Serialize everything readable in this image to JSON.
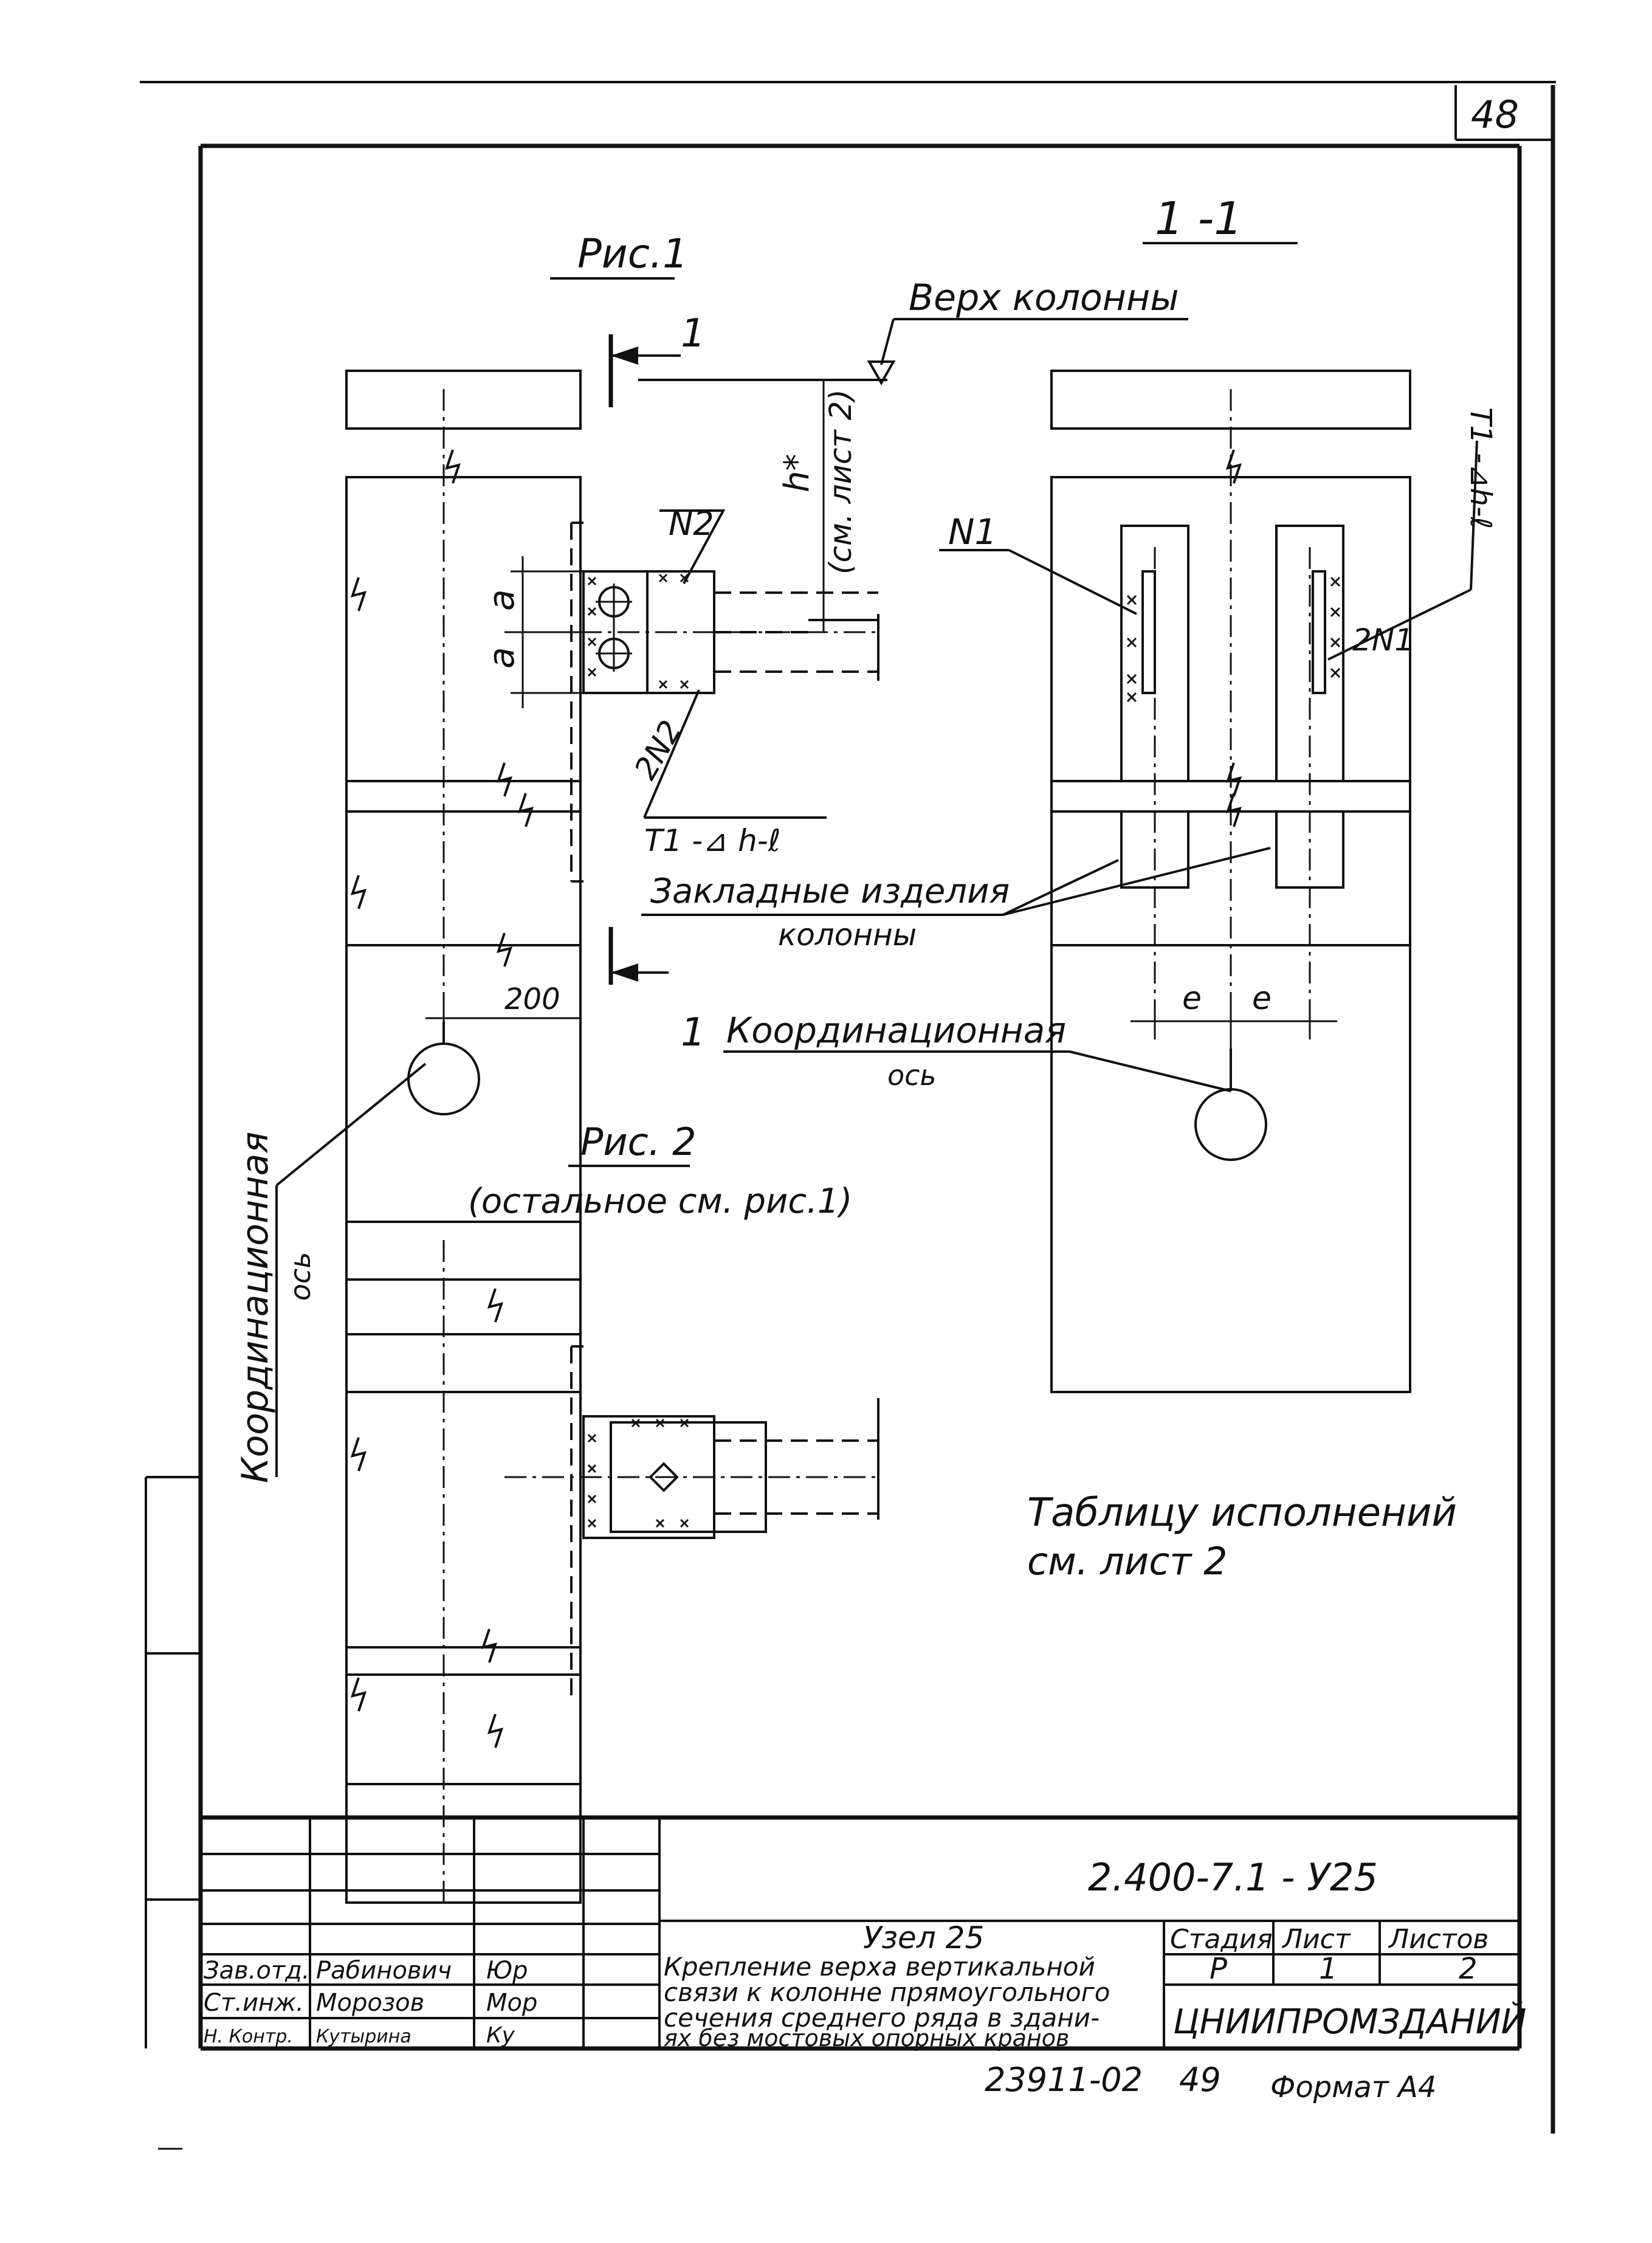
{
  "sheet": {
    "page_number": "48",
    "bottom_code": "23911-02",
    "bottom_page": "49",
    "format": "Формат А4"
  },
  "figure1": {
    "title": "Рис.1",
    "section_mark": "1",
    "column_top": "Верх колонны",
    "h_label": "h*",
    "see_sheet": "(см. лист 2)",
    "mark_n2": "N2",
    "mark_2n2": "2N2",
    "weld": "Т1 -⊿ h-ℓ",
    "dim_a1": "a",
    "dim_a2": "a",
    "dim_200": "200",
    "embedded": "Закладные изделия",
    "embedded2": "колонны"
  },
  "section": {
    "title": "1 -1",
    "mark_n1": "N1",
    "mark_2n1": "2N1",
    "weld": "Т1 -⊿h-ℓ",
    "dim_e1": "e",
    "dim_e2": "e"
  },
  "axis": {
    "label": "Координационная",
    "label2": "ось",
    "vertical_label": "Координационная",
    "vertical_label2": "ось"
  },
  "figure2": {
    "title": "Рис. 2",
    "subtitle": "(остальное см. рис.1)"
  },
  "note": {
    "line1": "Таблицу исполнений",
    "line2": "см. лист 2"
  },
  "title_block": {
    "doc_code": "2.400-7.1 - У25",
    "node_title": "Узел 25",
    "desc": [
      "Крепление верха вертикальной",
      "связи к колонне прямоугольного",
      "сечения среднего ряда в здани-",
      "ях без мостовых опорных кранов"
    ],
    "stage_header": "Стадия",
    "sheet_header": "Лист",
    "sheets_header": "Листов",
    "stage": "Р",
    "sheet": "1",
    "sheets": "2",
    "org": "ЦНИИПРОМЗДАНИЙ",
    "people": [
      {
        "role": "Зав.отд.",
        "name": "Рабинович",
        "sign": "Юр"
      },
      {
        "role": "Ст.инж.",
        "name": "Морозов",
        "sign": "Мор"
      },
      {
        "role": "Н. Контр.",
        "name": "Кутырина",
        "sign": "Ку"
      }
    ]
  }
}
